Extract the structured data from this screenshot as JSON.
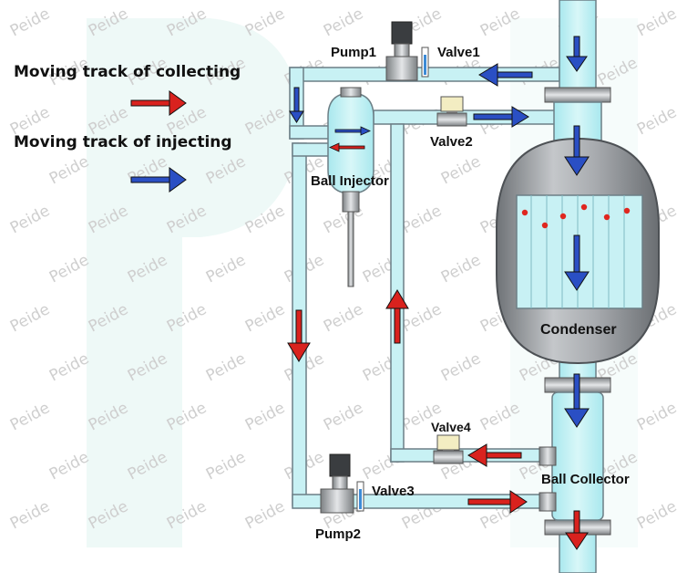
{
  "watermark": "Peide",
  "legend": {
    "collecting": "Moving track of collecting",
    "injecting": "Moving track of injecting"
  },
  "labels": {
    "pump1": "Pump1",
    "valve1": "Valve1",
    "valve2": "Valve2",
    "ball_injector": "Ball Injector",
    "condenser": "Condenser",
    "valve4": "Valve4",
    "valve3": "Valve3",
    "ball_collector": "Ball Collector",
    "pump2": "Pump2"
  },
  "colors": {
    "pipe_fill": "#c8f1f4",
    "pipe_stroke": "#6c7f86",
    "vessel": "#8b8f93",
    "collect_arrow": "#d9221e",
    "inject_arrow": "#2a4fc4",
    "bg_mark": "#ecf8f6"
  }
}
